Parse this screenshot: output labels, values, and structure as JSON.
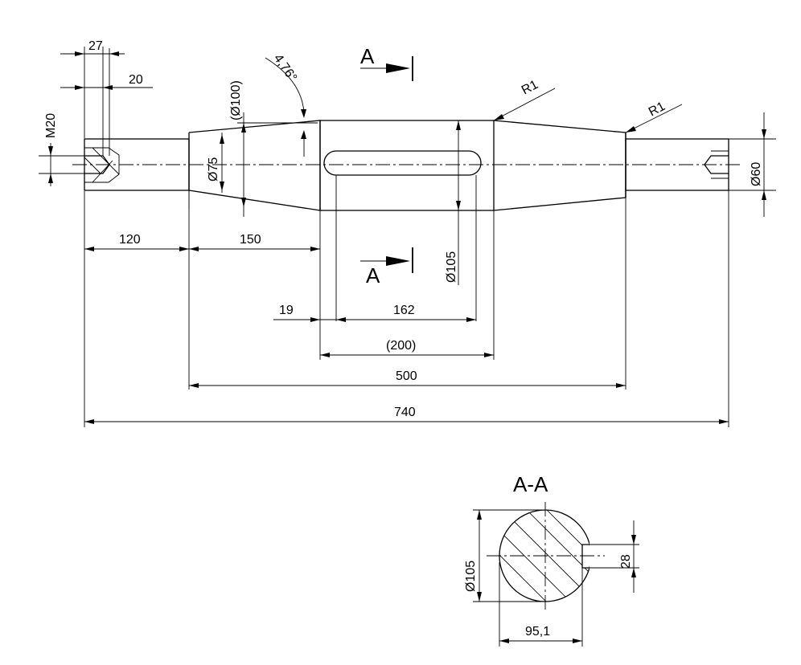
{
  "dimensions": {
    "d27": "27",
    "d20": "20",
    "m20": "M20",
    "d100": "(Ø100)",
    "angle": "4,76°",
    "d75": "Ø75",
    "r1_left": "R1",
    "r1_right": "R1",
    "d60": "Ø60",
    "d120": "120",
    "d150": "150",
    "d105_main": "Ø105",
    "d19": "19",
    "d162": "162",
    "d200": "(200)",
    "d500": "500",
    "d740": "740",
    "d105_section": "Ø105",
    "d28": "28",
    "d95": "95,1"
  },
  "section_marks": {
    "top": "A",
    "bottom": "A"
  },
  "section_title": "A-A"
}
